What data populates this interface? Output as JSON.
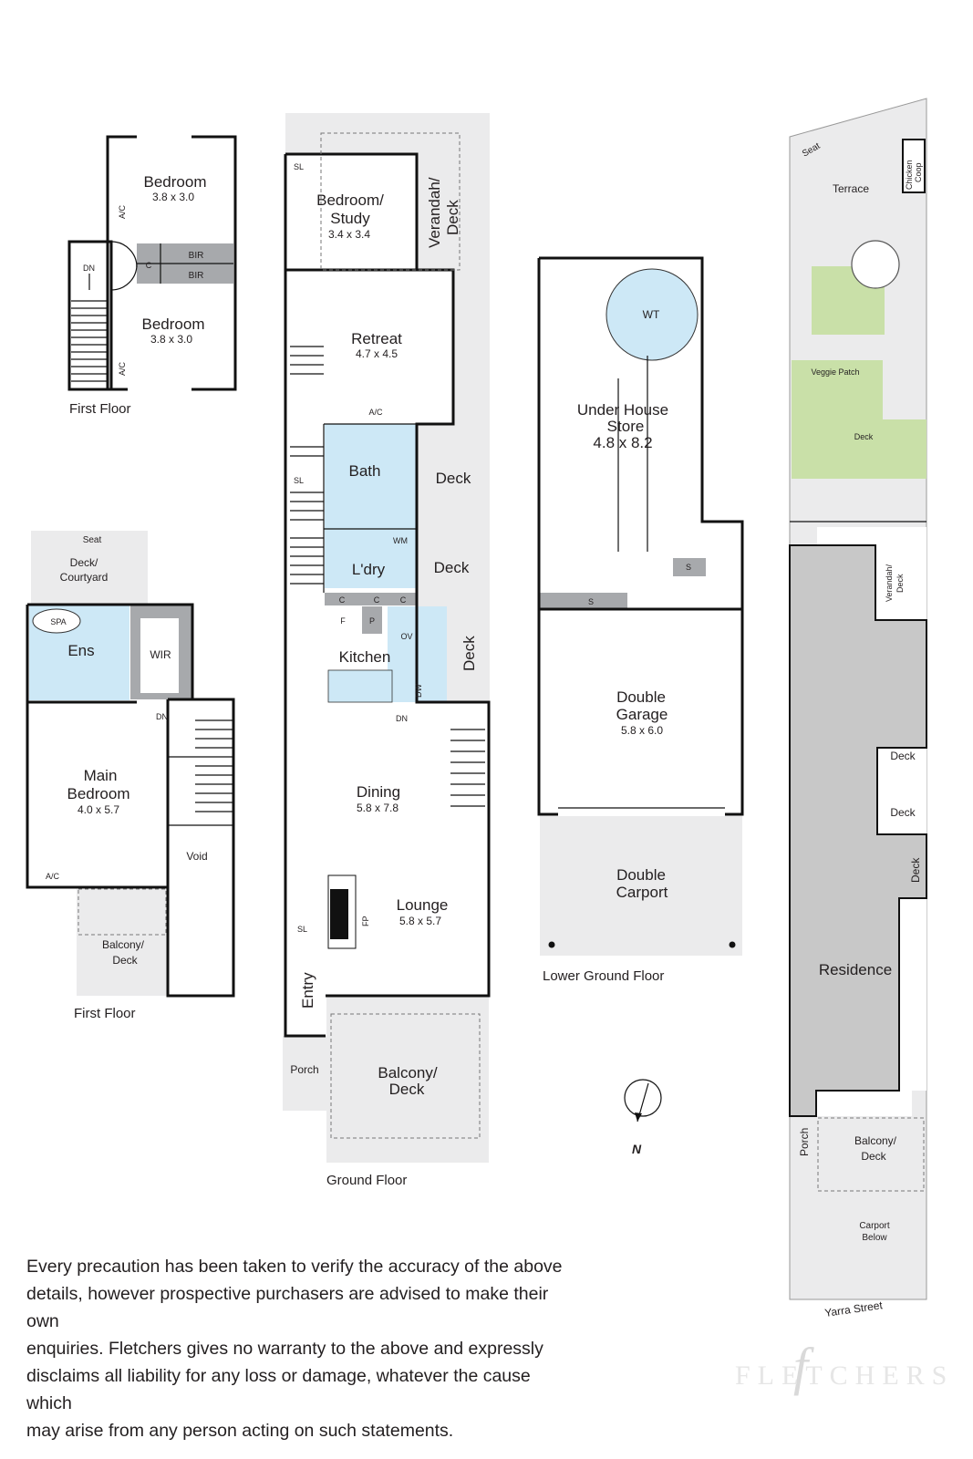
{
  "first_floor_top": {
    "caption": "First Floor",
    "bedroom1": {
      "name": "Bedroom",
      "dim": "3.8 x 3.0"
    },
    "bedroom2": {
      "name": "Bedroom",
      "dim": "3.8 x 3.0"
    },
    "labels": {
      "ac1": "A/C",
      "ac2": "A/C",
      "bir1": "BIR",
      "bir2": "BIR",
      "c": "C",
      "dn": "DN"
    }
  },
  "first_floor_bottom": {
    "caption": "First Floor",
    "seat": "Seat",
    "deck_courtyard": [
      "Deck/",
      "Courtyard"
    ],
    "spa": "SPA",
    "ens": "Ens",
    "wir": "WIR",
    "dn": "DN",
    "main_bedroom": {
      "name": [
        "Main",
        "Bedroom"
      ],
      "dim": "4.0 x 5.7"
    },
    "void": "Void",
    "ac": "A/C",
    "balcony": [
      "Balcony/",
      "Deck"
    ]
  },
  "ground_floor": {
    "caption": "Ground Floor",
    "sl1": "SL",
    "bedroom_study": {
      "name": [
        "Bedroom/",
        "Study"
      ],
      "dim": "3.4 x 3.4"
    },
    "verandah": [
      "Verandah/",
      "Deck"
    ],
    "retreat": {
      "name": "Retreat",
      "dim": "4.7 x 4.5"
    },
    "ac": "A/C",
    "bath": "Bath",
    "sl2": "SL",
    "deck1": "Deck",
    "laundry": "L'dry",
    "wm": "WM",
    "deck2": "Deck",
    "c_labels": [
      "C",
      "C",
      "C"
    ],
    "f": "F",
    "p": "P",
    "ov": "OV",
    "kitchen": "Kitchen",
    "deck3": "Deck",
    "dw": "DW",
    "dn": "DN",
    "dining": {
      "name": "Dining",
      "dim": "5.8 x 7.8"
    },
    "lounge": {
      "name": "Lounge",
      "dim": "5.8 x 5.7"
    },
    "fp": "FP",
    "sl3": "SL",
    "entry": "Entry",
    "porch": "Porch",
    "balcony": [
      "Balcony/",
      "Deck"
    ]
  },
  "lower_ground": {
    "caption": "Lower Ground Floor",
    "wt": "WT",
    "store": {
      "name": [
        "Under House",
        "Store"
      ],
      "dim": "4.8 x 8.2"
    },
    "s1": "S",
    "s2": "S",
    "garage": {
      "name": [
        "Double",
        "Garage"
      ],
      "dim": "5.8 x 6.0"
    },
    "carport": [
      "Double",
      "Carport"
    ]
  },
  "site": {
    "seat": "Seat",
    "chicken": [
      "Chicken",
      "Coop"
    ],
    "terrace": "Terrace",
    "veggie": "Veggie Patch",
    "deck_small": "Deck",
    "verandah": [
      "Verandah/",
      "Deck"
    ],
    "deck1": "Deck",
    "deck2": "Deck",
    "deck3": "Deck",
    "residence": "Residence",
    "porch": "Porch",
    "balcony": [
      "Balcony/",
      "Deck"
    ],
    "carport": [
      "Carport",
      "Below"
    ],
    "street": "Yarra Street"
  },
  "compass": "N",
  "disclaimer": [
    "Every precaution has been taken to verify the accuracy of the above",
    "details, however prospective purchasers are advised to make their own",
    "enquiries. Fletchers gives no warranty to the above and expressly",
    "disclaims all liability for any loss or damage, whatever the cause which",
    "may arise from any person acting on such statements."
  ],
  "logo": "FLETCHERS",
  "colors": {
    "wet_area": "#cde8f6",
    "garden": "#c9e0a8",
    "outdoor": "#ebebec",
    "joinery": "#a7a9ac"
  }
}
